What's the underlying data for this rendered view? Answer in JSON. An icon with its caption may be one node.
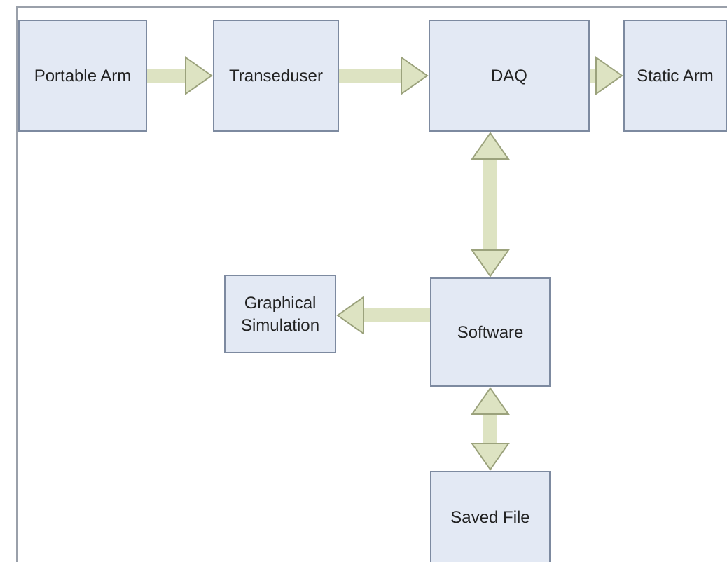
{
  "diagram": {
    "nodes": [
      {
        "text": [
          "Portable Arm"
        ]
      },
      {
        "text": [
          "Transeduser"
        ]
      },
      {
        "text": [
          "DAQ"
        ]
      },
      {
        "text": [
          "Static Arm"
        ]
      },
      {
        "text": [
          "Software"
        ]
      },
      {
        "text": [
          "Graphical Simulation"
        ]
      },
      {
        "text": [
          "Saved File"
        ]
      }
    ],
    "edges": [
      {
        "from": 0,
        "to": 1,
        "arrow": "to"
      },
      {
        "from": 1,
        "to": 2,
        "arrow": "to"
      },
      {
        "from": 2,
        "to": 3,
        "arrow": "to"
      },
      {
        "from": 2,
        "to": 4,
        "arrow": "both"
      },
      {
        "from": 4,
        "to": 5,
        "arrow": "to"
      },
      {
        "from": 4,
        "to": 6,
        "arrow": "both"
      }
    ]
  }
}
